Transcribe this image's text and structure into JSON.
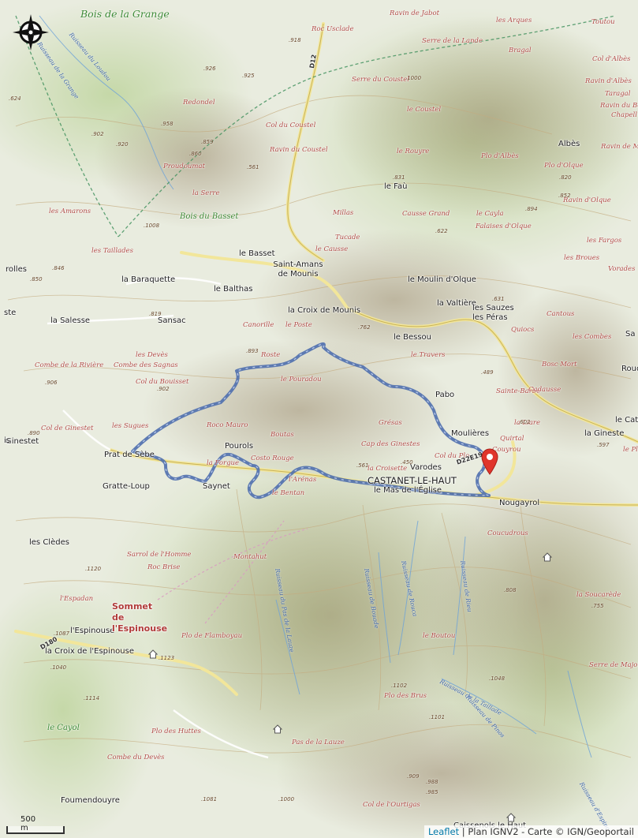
{
  "map": {
    "places": [
      {
        "name": "Albès"
      },
      {
        "name": "le Faù"
      },
      {
        "name": "le Basset"
      },
      {
        "name": "Saint-Amans de Mounis"
      },
      {
        "name": "la Baraquette"
      },
      {
        "name": "le Balthas"
      },
      {
        "name": "la Salesse"
      },
      {
        "name": "Sansac"
      },
      {
        "name": "la Croix de Mounis"
      },
      {
        "name": "le Bessou"
      },
      {
        "name": "le Moulin d'Olque"
      },
      {
        "name": "la Valtière"
      },
      {
        "name": "les Sauzes"
      },
      {
        "name": "les Péras"
      },
      {
        "name": "Pabo"
      },
      {
        "name": "Moulières"
      },
      {
        "name": "la Gineste"
      },
      {
        "name": "Ginestet"
      },
      {
        "name": "Prat de Sèbe"
      },
      {
        "name": "Gratte-Loup"
      },
      {
        "name": "Saynet"
      },
      {
        "name": "Pourols"
      },
      {
        "name": "CASTANET-LE-HAUT"
      },
      {
        "name": "le Mas de l'Église"
      },
      {
        "name": "Varodes"
      },
      {
        "name": "Nougayrol"
      },
      {
        "name": "les Clèdes"
      },
      {
        "name": "l'Espinouse"
      },
      {
        "name": "la Croix de l'Espinouse"
      },
      {
        "name": "Foumendouyre"
      },
      {
        "name": "Caissenols le Haut"
      },
      {
        "name": "rolles"
      },
      {
        "name": "ste"
      },
      {
        "name": "Sa"
      },
      {
        "name": "Roud"
      },
      {
        "name": "le Catha"
      },
      {
        "name": "is"
      }
    ],
    "peak": "Sommet de l'Espinouse",
    "localities": [
      "Roc Usclade",
      "Ravin de Jabot",
      "Serre de la Lande",
      "les Arques",
      "Toutou",
      "Bragal",
      "Col d'Albès",
      "Ravin d'Albès",
      "Taragal",
      "Ravin du Bo",
      "Chapell",
      "Ravin de Ma",
      "Redondel",
      "Serre du Coustel",
      "le Coustel",
      "Col du Coustel",
      "Ravin du Coustel",
      "Proudoumat",
      "le Rouyre",
      "Plo d'Albès",
      "Plo d'Olque",
      "Ravin d'Olque",
      "la Serre",
      "les Amarons",
      "Millas",
      "Causse Grand",
      "le Cayla",
      "Falaises d'Olque",
      "Tucade",
      "le Causse",
      "les Fargos",
      "les Taillades",
      "les Broues",
      "Vorades",
      "Canorille",
      "le Poste",
      "Roste",
      "Cantous",
      "les Combes",
      "Quiocs",
      "les Devès",
      "Combe de la Rivière",
      "Combe des Sagnas",
      "le Travers",
      "Bosc Mort",
      "Sainte-Barbe",
      "Cadausse",
      "Col du Bouisset",
      "le Pouradou",
      "Grésas",
      "la Liare",
      "les Sugues",
      "Roco Mauro",
      "Boutas",
      "Cap des Ginestes",
      "Col du Plo",
      "la Croisette",
      "l'Arénas",
      "le Bentan",
      "la Forgue",
      "Costo Rouge",
      "Quirtal",
      "Couyrou",
      "le Plo",
      "Coucudrous",
      "Col de Ginestet",
      "Sarrol de l'Homme",
      "Roc Brise",
      "Montahut",
      "l'Espadan",
      "Plo de Flamboyau",
      "la Soucarède",
      "le Boutou",
      "Serre de Majou",
      "Plo des Brus",
      "Plo des Huttes",
      "Pas de la Lauze",
      "Combe du Devès",
      "Col de l'Ourtigas"
    ],
    "forests": [
      "Bois de la Grange",
      "Bois du Basset",
      "le Cayol"
    ],
    "water": [
      "Ruisseau de la Grange",
      "Ruisseau du Loudou",
      "Ruisseau du Pas de la Lauze",
      "Ruisseau de Bouade",
      "Ruisseau de Rouca",
      "Ruisseau de la Taillade",
      "Ruisseau de Rieu",
      "Ruisseau de Pinos",
      "Ruisseau d'Espinc"
    ],
    "summits": [
      ".918",
      ".926",
      ".925",
      ".624",
      ".902",
      ".920",
      ".958",
      ".860",
      ".859",
      ".561",
      ".831",
      ".820",
      ".852",
      ".894",
      ".1000",
      ".1008",
      ".846",
      ".850",
      ".819",
      ".893",
      ".762",
      ".631",
      ".622",
      ".489",
      ".902",
      ".906",
      ".890",
      ".561",
      ".450",
      ".602",
      ".597",
      ".1120",
      ".808",
      ".755",
      ".1087",
      ".1040",
      ".1123",
      ".1114",
      ".1102",
      ".1101",
      ".1048",
      ".1081",
      ".1000",
      ".988",
      ".909",
      ".985"
    ],
    "roads": [
      "D12",
      "D180",
      "D22E19"
    ],
    "colors": {
      "track": "#4f6fae",
      "route": "#e0c24a",
      "marker": "#e0352c",
      "forest": "#c6dba5",
      "relief": "#8b7b66"
    },
    "icons": [
      "compass-icon",
      "map-marker-icon",
      "shelter-icon"
    ]
  },
  "controls": {
    "scale_label": "500 m",
    "attribution": {
      "link": "Leaflet",
      "sep": " | ",
      "text": "Plan IGNV2 - Carte © IGN/Geoportail"
    }
  }
}
